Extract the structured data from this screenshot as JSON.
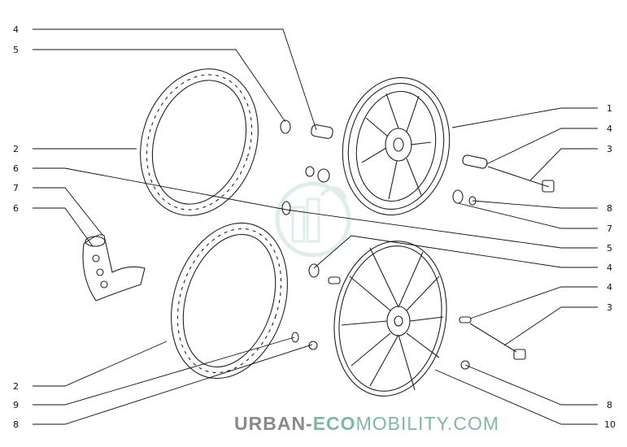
{
  "callouts": {
    "left": [
      "4",
      "5",
      "2",
      "6",
      "7",
      "6",
      "2",
      "9",
      "8"
    ],
    "right": [
      "1",
      "4",
      "3",
      "8",
      "7",
      "5",
      "4",
      "4",
      "3",
      "8",
      "10"
    ]
  },
  "watermark": {
    "part1": "URBAN-",
    "part2": "ECO",
    "part3": "MOBILITY.COM"
  },
  "colors": {
    "line": "#222222",
    "watermark_grey": "#8a8a8a",
    "watermark_green": "#7fb8a0"
  }
}
